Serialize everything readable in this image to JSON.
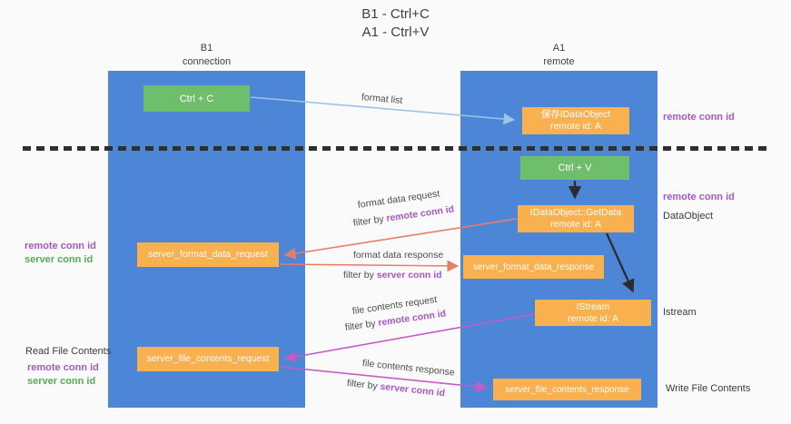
{
  "title": {
    "line1": "B1 - Ctrl+C",
    "line2": "A1 - Ctrl+V"
  },
  "lanes": {
    "left": {
      "header_line1": "B1",
      "header_line2": "connection"
    },
    "right": {
      "header_line1": "A1",
      "header_line2": "remote"
    }
  },
  "nodes": {
    "ctrl_c": {
      "label": "Ctrl + C"
    },
    "save_obj": {
      "line1": "保存IDataObject",
      "line2": "remote id: A"
    },
    "ctrl_v": {
      "label": "Ctrl + V"
    },
    "getdata": {
      "line1": "IDataObject::GetData",
      "line2": "remote id: A"
    },
    "fmt_req": {
      "label": "server_format_data_request"
    },
    "fmt_resp": {
      "label": "server_format_data_response"
    },
    "istream": {
      "line1": "IStream",
      "line2": "remote id: A"
    },
    "file_req": {
      "label": "server_file_contents_request"
    },
    "file_resp": {
      "label": "server_file_contents_response"
    }
  },
  "side_labels": {
    "right_top_remote": "remote conn id",
    "right_mid_remote": "remote conn id",
    "right_dataobject": "DataObject",
    "right_istream": "Istream",
    "right_write": "Write File Contents",
    "left_fmt_remote": "remote conn id",
    "left_fmt_server": "server conn id",
    "left_read": "Read File Contents",
    "left_file_remote": "remote conn id",
    "left_file_server": "server conn id"
  },
  "edge_labels": {
    "format_list": "format list",
    "filter_by": "filter by ",
    "fmt_req_line1": "format data request",
    "fmt_req_key": "remote conn id",
    "fmt_resp_line1": "format data response",
    "fmt_resp_key": "server conn id",
    "file_req_line1": "file contents request",
    "file_req_key": "remote conn id",
    "file_resp_line1": "file contents response",
    "file_resp_key": "server conn id"
  },
  "colors": {
    "lane_blue": "#4d86d6",
    "node_orange": "#f9b04e",
    "node_green": "#6fbe6d",
    "purple_text": "#a757c8",
    "green_text": "#56ad57",
    "arrow_lightblue": "#9dc3e6",
    "arrow_salmon": "#e77d67",
    "arrow_magenta": "#c55bc5",
    "arrow_black": "#2b2b2b"
  }
}
